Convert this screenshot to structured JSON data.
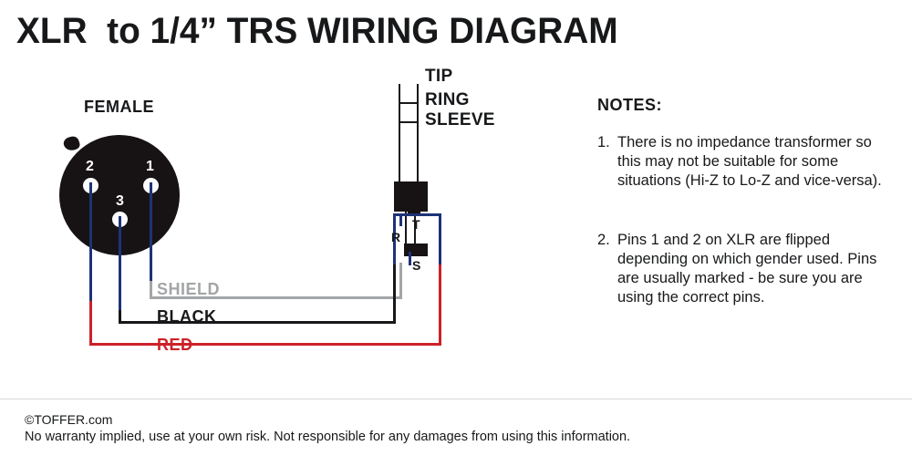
{
  "page": {
    "title": "XLR  to 1/4” TRS WIRING DIAGRAM",
    "background": "#ffffff"
  },
  "colors": {
    "wire_blue": "#1d3377",
    "wire_shield_gray": "#a3a5a7",
    "wire_black": "#17181a",
    "wire_red": "#cc2229",
    "connector_body": "#171314",
    "text": "#17181a"
  },
  "xlr": {
    "gender_label": "FEMALE",
    "pins": [
      {
        "number": "2",
        "position": "left"
      },
      {
        "number": "1",
        "position": "right"
      },
      {
        "number": "3",
        "position": "bottom-center"
      }
    ]
  },
  "trs": {
    "contact_labels": {
      "tip": "TIP",
      "ring": "RING",
      "sleeve": "SLEEVE"
    },
    "lug_markers": {
      "tip": "T",
      "ring": "R",
      "sleeve": "S"
    }
  },
  "wires": [
    {
      "name": "shield",
      "label": "SHIELD",
      "color": "#a3a5a7",
      "from_pin": "1",
      "to_lug": "S"
    },
    {
      "name": "black",
      "label": "BLACK",
      "color": "#17181a",
      "from_pin": "3",
      "to_lug": "R"
    },
    {
      "name": "red",
      "label": "RED",
      "color": "#cc2229",
      "from_pin": "2",
      "to_lug": "T"
    }
  ],
  "notes": {
    "heading": "NOTES:",
    "items": [
      {
        "number": "1.",
        "text": "There is no impedance transformer so this may not be suitable for some situations (Hi-Z to Lo-Z and vice-versa)."
      },
      {
        "number": "2.",
        "text": "Pins 1 and 2 on XLR are flipped depending on which gender used. Pins are usually marked - be sure you are using the correct pins."
      }
    ]
  },
  "footer": {
    "copyright": "©TOFFER.com",
    "disclaimer": "No warranty implied, use at your own risk. Not responsible for any damages from using this information."
  }
}
